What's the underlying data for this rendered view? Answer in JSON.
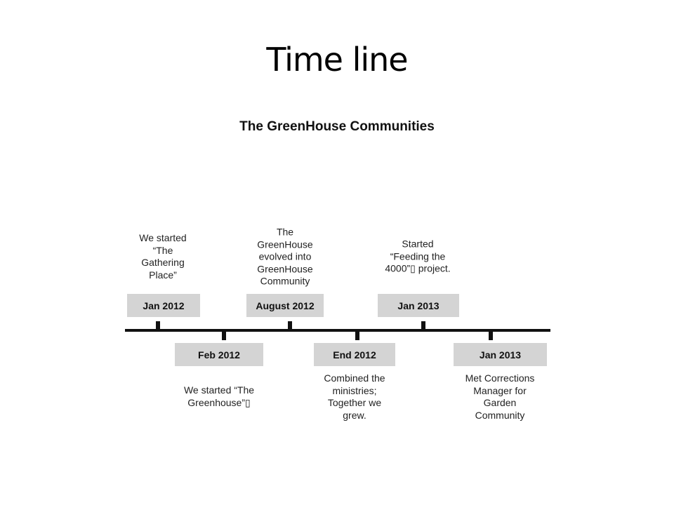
{
  "slide": {
    "title": "Time line"
  },
  "diagram": {
    "title": "The GreenHouse Communities",
    "events": [
      {
        "date": "Jan 2012",
        "text": "We started\n“The\nGathering\nPlace”"
      },
      {
        "date": "Feb 2012",
        "text": "We started “The\nGreenhouse”▯"
      },
      {
        "date": "August 2012",
        "text": "The\nGreenHouse\nevolved into\nGreenHouse\nCommunity"
      },
      {
        "date": "End 2012",
        "text": "Combined the\nministries;\nTogether we\ngrew."
      },
      {
        "date": "Jan 2013",
        "text": "Started\n“Feeding the\n4000”▯  project."
      },
      {
        "date": "Jan 2013",
        "text": "Met Corrections\nManager for\nGarden\nCommunity"
      }
    ]
  }
}
